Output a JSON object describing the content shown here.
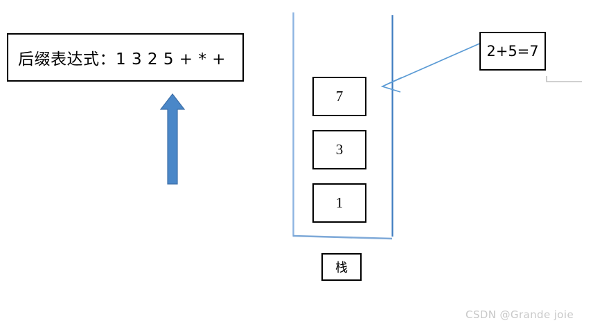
{
  "diagram": {
    "title_text": "后缀表达式：1 3 2 5 + * +",
    "expression_box": {
      "label": "后缀表达式：1 3 2 5 + * +",
      "prefix": "后缀表达式：",
      "expression": "1 3 2 5 + * +"
    },
    "stack": {
      "label": "栈",
      "cells": [
        {
          "value": "7"
        },
        {
          "value": "3"
        },
        {
          "value": "1"
        }
      ]
    },
    "callout": {
      "label": "2+5=7"
    },
    "arrows": {
      "up_arrow": "up-block-arrow",
      "pointer_arrow": "diagonal-pointer-arrow"
    },
    "watermark": "CSDN @Grande joie",
    "colors": {
      "accent_blue": "#4F81BD",
      "arrow_blue": "#4A87C8",
      "stack_line_blue": "#5B9BD5",
      "outline_black": "#000000",
      "watermark_gray": "#c8c8c8",
      "shadow_gray": "#c0c0c0",
      "background": "#ffffff"
    }
  }
}
